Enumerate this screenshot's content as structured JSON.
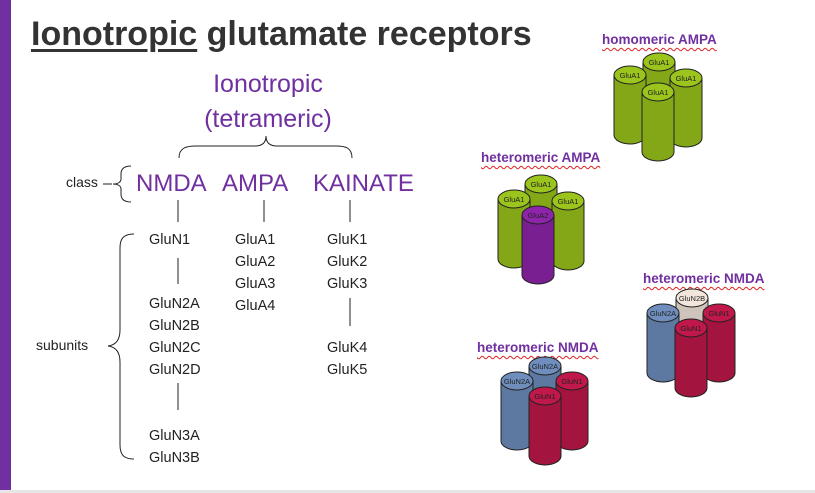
{
  "title": {
    "part1": "Ionotropic",
    "part2": " glutamate receptors"
  },
  "ionotropic": {
    "line1": "Ionotropic",
    "line2": "(tetrameric)"
  },
  "labels": {
    "class": "class",
    "subunits": "subunits"
  },
  "classes": {
    "nmda": "NMDA",
    "ampa": "AMPA",
    "kainate": "KAINATE"
  },
  "subunits": {
    "nmda": [
      "GluN1",
      "GluN2A",
      "GluN2B",
      "GluN2C",
      "GluN2D",
      "GluN3A",
      "GluN3B"
    ],
    "ampa": [
      "GluA1",
      "GluA2",
      "GluA3",
      "GluA4"
    ],
    "kainate": [
      "GluK1",
      "GluK2",
      "GluK3",
      "GluK4",
      "GluK5"
    ]
  },
  "receptors": {
    "homomeric_ampa": {
      "title": "homomeric AMPA",
      "subunits": [
        "GluA1",
        "GluA1",
        "GluA1",
        "GluA1"
      ]
    },
    "heteromeric_ampa": {
      "title": "heteromeric AMPA",
      "subunits": [
        "GluA1",
        "GluA1",
        "GluA1",
        "GluA2"
      ]
    },
    "heteromeric_nmda_a": {
      "title": "heteromeric NMDA",
      "subunits": [
        "GluN2B",
        "GluN2A",
        "GluN1",
        "GluN1"
      ]
    },
    "heteromeric_nmda_b": {
      "title": "heteromeric NMDA",
      "subunits": [
        "GluN2A",
        "GluN2A",
        "GluN1",
        "GluN1"
      ]
    }
  },
  "colors": {
    "accent": "#7030a0",
    "glua1": "#9bc41c",
    "glua2": "#8e24aa",
    "glun1": "#c0184a",
    "glun2a": "#6f8ebd",
    "glun2b": "#f2e6dc"
  }
}
